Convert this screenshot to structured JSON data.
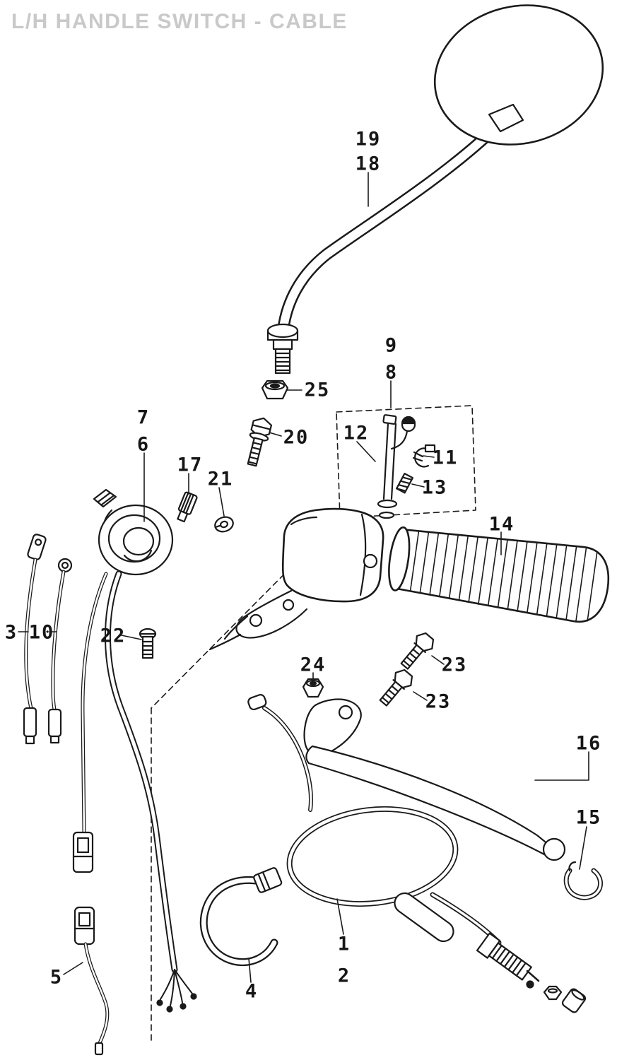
{
  "title": "L/H HANDLE SWITCH - CABLE",
  "colors": {
    "line": "#1a1a1a",
    "title_text": "#c9c9c9",
    "background": "#ffffff"
  },
  "callouts": [
    {
      "label": "19"
    },
    {
      "label": "18"
    },
    {
      "label": "25"
    },
    {
      "label": "20"
    },
    {
      "label": "7"
    },
    {
      "label": "6"
    },
    {
      "label": "17"
    },
    {
      "label": "21"
    },
    {
      "label": "9"
    },
    {
      "label": "8"
    },
    {
      "label": "12"
    },
    {
      "label": "11"
    },
    {
      "label": "13"
    },
    {
      "label": "14"
    },
    {
      "label": "3"
    },
    {
      "label": "10"
    },
    {
      "label": "22"
    },
    {
      "label": "24"
    },
    {
      "label": "23"
    },
    {
      "label": "23"
    },
    {
      "label": "16"
    },
    {
      "label": "15"
    },
    {
      "label": "1"
    },
    {
      "label": "2"
    },
    {
      "label": "4"
    },
    {
      "label": "5"
    }
  ]
}
